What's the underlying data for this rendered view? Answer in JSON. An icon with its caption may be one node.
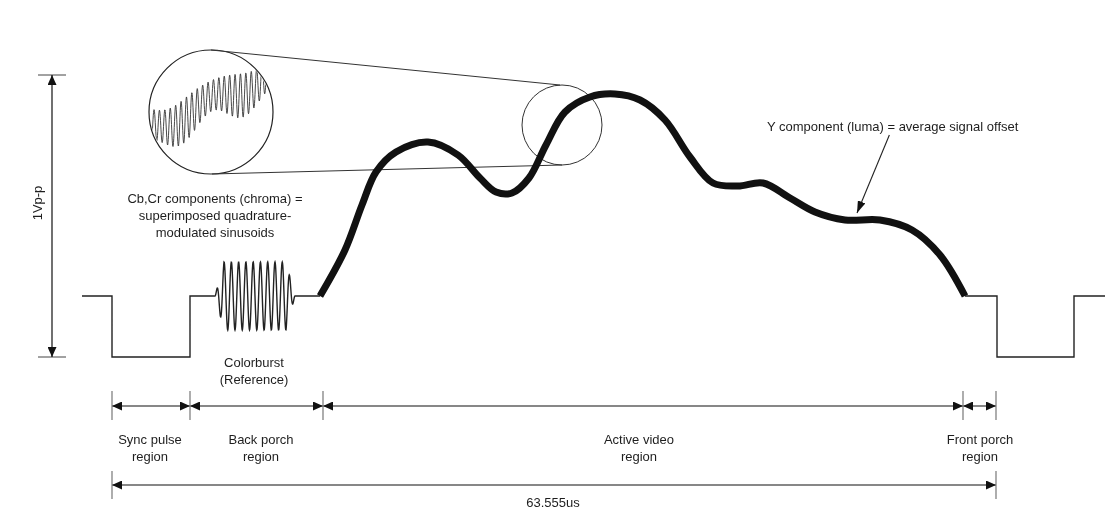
{
  "diagram": {
    "nodes": [
      {
        "text": [
          "Y component (luma) = average signal offset"
        ]
      },
      {
        "text": [],
        "shape": "curve"
      }
    ],
    "edges": [
      {
        "from": 0,
        "to": 1,
        "arrow": "to"
      }
    ],
    "labels": [
      "1Vp-p",
      "Cb,Cr components (chroma) = superimposed quadrature-modulated sinusoids",
      "Colorburst (Reference)",
      "Sync pulse region",
      "Back porch region",
      "Active video region",
      "Front porch region",
      "63.555us"
    ]
  }
}
